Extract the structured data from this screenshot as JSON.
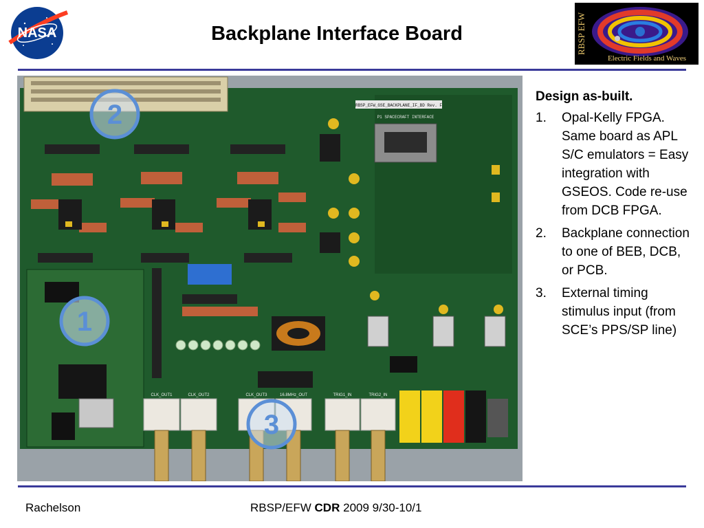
{
  "slide": {
    "title": "Backplane Interface Board"
  },
  "logos": {
    "left": "NASA",
    "right_text_side": "RBSP EFW",
    "right_text_bottom": "Electric Fields and Waves"
  },
  "photo": {
    "callouts": [
      "1",
      "2",
      "3"
    ],
    "board_label": "RBSP_EFW_GSE_BACKPLANE_IF_BD Rev. F",
    "connector_label": "P1 SPACECRAFT INTERFACE",
    "jack_labels": [
      "CLK_OUT1",
      "CLK_OUT2",
      "CLK_OUT3",
      "16.8MHz_OUT",
      "TRIG1_IN",
      "TRIG2_IN"
    ]
  },
  "content": {
    "heading": "Design as-built.",
    "items": [
      {
        "num": "1.",
        "text": "Opal-Kelly FPGA. Same board as APL S/C emulators = Easy integration with GSEOS.  Code re-use from DCB FPGA."
      },
      {
        "num": "2.",
        "text": "Backplane connection to one of BEB, DCB, or PCB."
      },
      {
        "num": "3.",
        "text": "External timing stimulus input (from SCE’s PPS/SP line)"
      }
    ]
  },
  "footer": {
    "author": "Rachelson",
    "prefix": "RBSP/EFW",
    "bold": "CDR",
    "suffix": "2009 9/30-10/1"
  },
  "colors": {
    "rule": "#3a3a9a",
    "pcb": "#1f5a2c",
    "callout": "#5b8fd6"
  }
}
